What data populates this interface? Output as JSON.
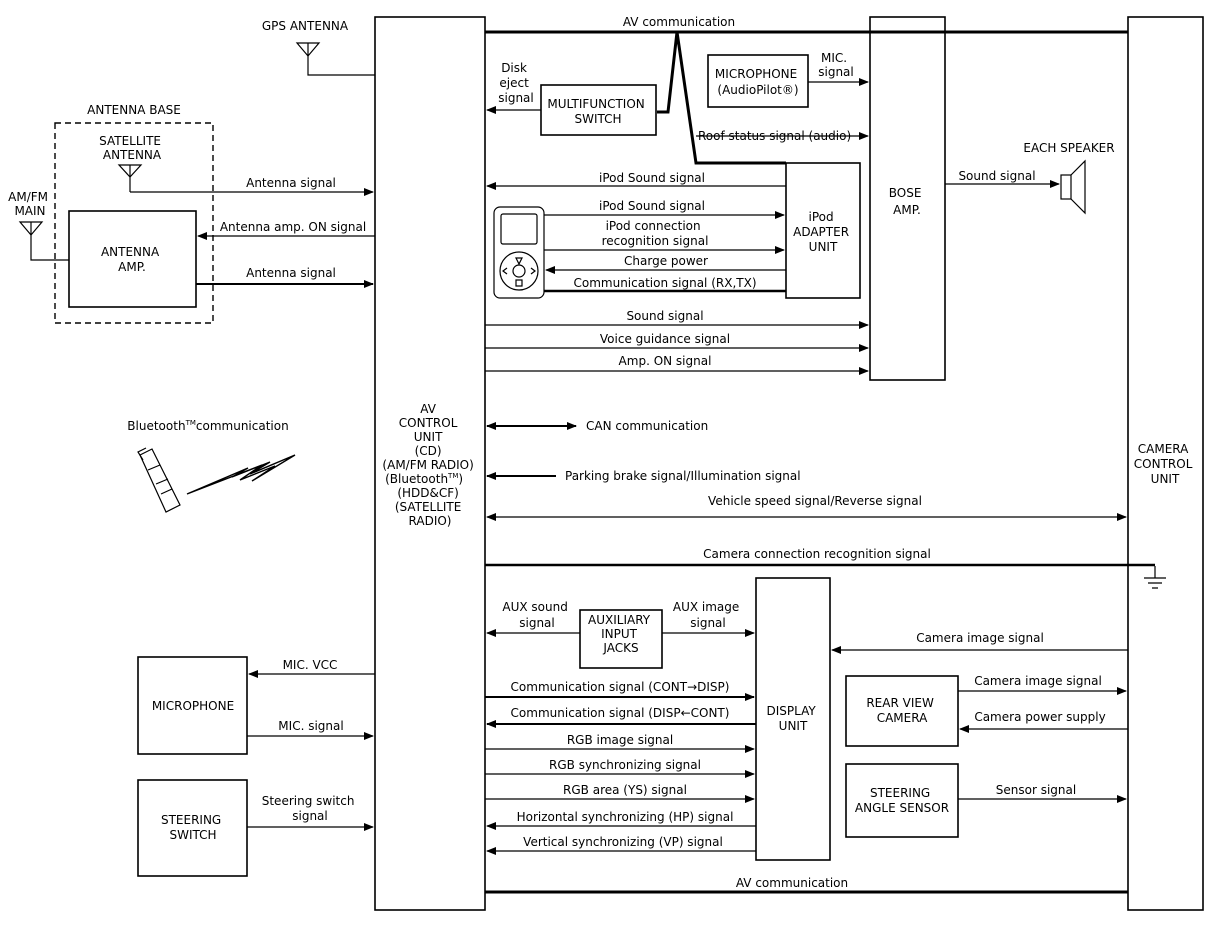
{
  "blocks": {
    "av_control_unit": [
      "AV",
      "CONTROL",
      "UNIT",
      "(CD)",
      "(AM/FM RADIO)",
      "(Bluetooth",
      "(HDD&CF)",
      "(SATELLITE",
      "RADIO)"
    ],
    "bluetooth_tm": "TM",
    "bose_amp": [
      "BOSE",
      "AMP."
    ],
    "camera_control_unit": [
      "CAMERA",
      "CONTROL",
      "UNIT"
    ],
    "multifunction_switch": [
      "MULTIFUNCTION",
      "SWITCH"
    ],
    "microphone_top": [
      "MICROPHONE",
      "(AudioPilot®)"
    ],
    "ipod_adapter_unit": [
      "iPod",
      "ADAPTER",
      "UNIT"
    ],
    "antenna_amp": [
      "ANTENNA",
      "AMP."
    ],
    "auxiliary_input_jacks": [
      "AUXILIARY",
      "INPUT",
      "JACKS"
    ],
    "display_unit": [
      "DISPLAY",
      "UNIT"
    ],
    "rear_view_camera": [
      "REAR VIEW",
      "CAMERA"
    ],
    "steering_angle_sensor": [
      "STEERING",
      "ANGLE SENSOR"
    ],
    "microphone": "MICROPHONE",
    "steering_switch": [
      "STEERING",
      "SWITCH"
    ]
  },
  "labels": {
    "gps_antenna": "GPS ANTENNA",
    "antenna_base": "ANTENNA BASE",
    "satellite_antenna": [
      "SATELLITE",
      "ANTENNA"
    ],
    "amfm_main": [
      "AM/FM",
      "MAIN"
    ],
    "each_speaker": "EACH SPEAKER",
    "bluetooth_comm": "Bluetooth",
    "bluetooth_comm_tail": "communication"
  },
  "signals": {
    "av_comm_top": "AV communication",
    "disk_eject": [
      "Disk",
      "eject",
      "signal"
    ],
    "mic_signal_top": [
      "MIC.",
      "signal"
    ],
    "roof_status": "Roof status signal (audio)",
    "ipod_sound_1": "iPod Sound signal",
    "ipod_sound_2": "iPod Sound signal",
    "ipod_conn_recog": [
      "iPod connection",
      "recognition signal"
    ],
    "charge_power": "Charge power",
    "comm_rxtx": "Communication signal (RX,TX)",
    "sound_signal_speaker": "Sound signal",
    "antenna_signal_1": "Antenna signal",
    "antenna_amp_on": "Antenna amp. ON signal",
    "antenna_signal_2": "Antenna signal",
    "sound_signal": "Sound signal",
    "voice_guidance": "Voice guidance signal",
    "amp_on": "Amp. ON signal",
    "can_comm": "CAN communication",
    "parking_brake": "Parking brake signal/Illumination signal",
    "vehicle_speed": "Vehicle speed signal/Reverse signal",
    "camera_conn_recog": "Camera connection recognition signal",
    "aux_sound": [
      "AUX sound",
      "signal"
    ],
    "aux_image": [
      "AUX image",
      "signal"
    ],
    "camera_image_1": "Camera image signal",
    "mic_vcc": "MIC. VCC",
    "mic_signal": "MIC. signal",
    "comm_cont_disp": "Communication signal (CONT→DISP)",
    "comm_disp_cont": "Communication signal (DISP←CONT)",
    "camera_image_2": "Camera image signal",
    "camera_power": "Camera power supply",
    "rgb_image": "RGB image signal",
    "rgb_sync": "RGB synchronizing signal",
    "rgb_area": "RGB area (YS) signal",
    "sensor_signal": "Sensor signal",
    "steering_switch_signal": [
      "Steering switch",
      "signal"
    ],
    "h_sync": "Horizontal synchronizing (HP) signal",
    "v_sync": "Vertical synchronizing (VP) signal",
    "av_comm_bottom": "AV communication"
  }
}
